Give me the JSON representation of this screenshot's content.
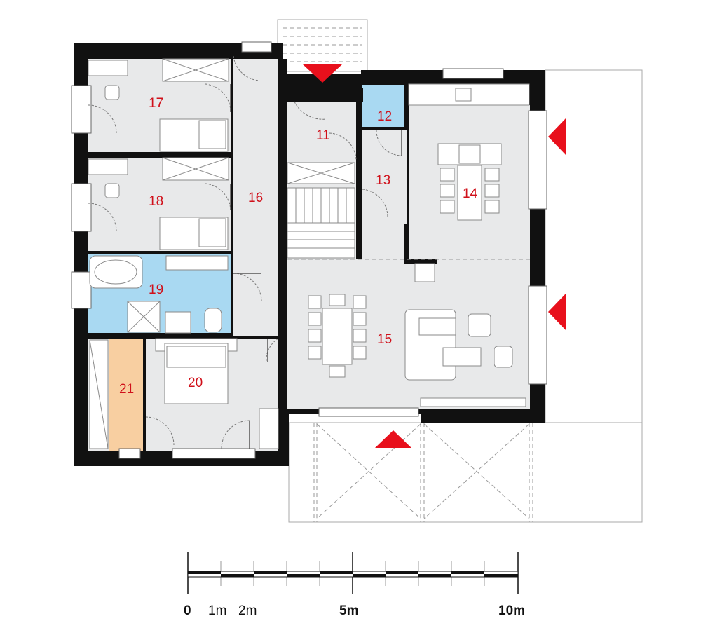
{
  "rooms": {
    "r11": "11",
    "r12": "12",
    "r13": "13",
    "r14": "14",
    "r15": "15",
    "r16": "16",
    "r17": "17",
    "r18": "18",
    "r19": "19",
    "r20": "20",
    "r21": "21"
  },
  "scale": {
    "l0": "0",
    "l1": "1m",
    "l2": "2m",
    "l5": "5m",
    "l10": "10m"
  },
  "colors": {
    "wall": "#111111",
    "floor": "#e8e9ea",
    "wet_room": "#a9d9f2",
    "closet": "#f8cfa1",
    "entrance_marker": "#e8101c",
    "room_number": "#d0101a"
  },
  "icons": {
    "entrance": "red-triangle-arrow"
  }
}
